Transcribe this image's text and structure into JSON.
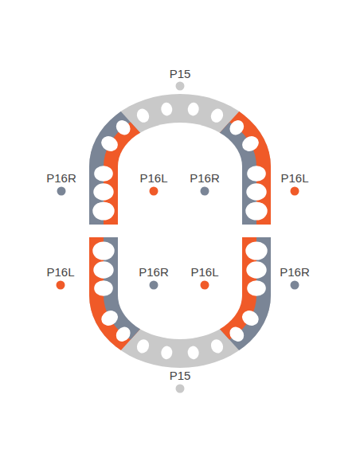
{
  "diagram": {
    "labels": [
      "P15",
      "P16R",
      "P16L",
      "P16R",
      "P16L",
      "P16L",
      "P16R",
      "P16L",
      "P16R",
      "P15"
    ]
  }
}
